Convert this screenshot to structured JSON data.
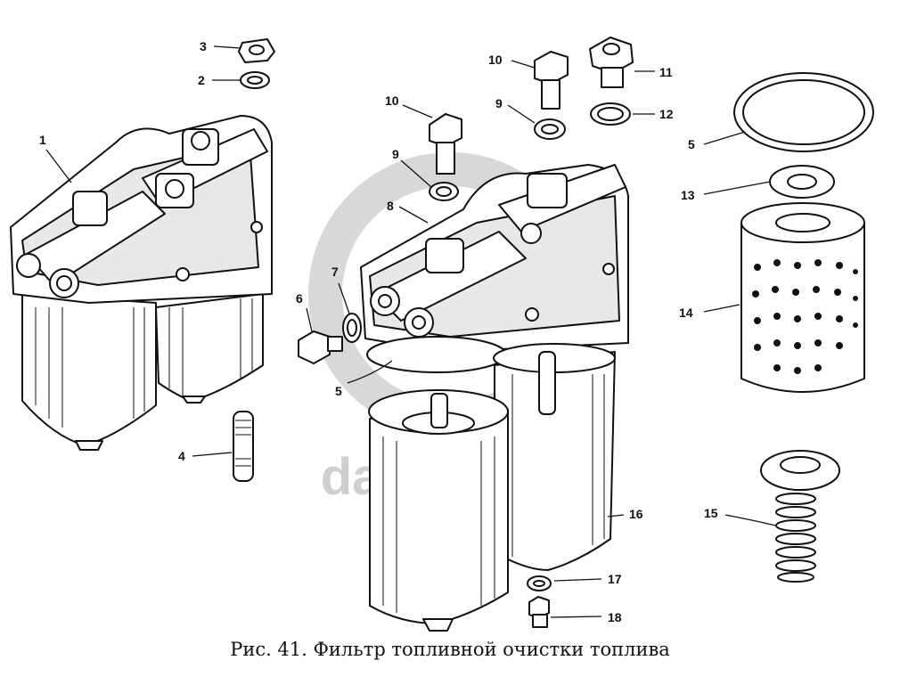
{
  "caption": "Рис. 41. Фильтр топливной очистки топлива",
  "watermark": "data-parts",
  "callouts": [
    {
      "id": "c1",
      "text": "1"
    },
    {
      "id": "c2",
      "text": "2"
    },
    {
      "id": "c3",
      "text": "3"
    },
    {
      "id": "c4",
      "text": "4"
    },
    {
      "id": "c5a",
      "text": "5"
    },
    {
      "id": "c5b",
      "text": "5"
    },
    {
      "id": "c6",
      "text": "6"
    },
    {
      "id": "c7",
      "text": "7"
    },
    {
      "id": "c8",
      "text": "8"
    },
    {
      "id": "c9a",
      "text": "9"
    },
    {
      "id": "c9b",
      "text": "9"
    },
    {
      "id": "c10a",
      "text": "10"
    },
    {
      "id": "c10b",
      "text": "10"
    },
    {
      "id": "c11",
      "text": "11"
    },
    {
      "id": "c12",
      "text": "12"
    },
    {
      "id": "c13",
      "text": "13"
    },
    {
      "id": "c14",
      "text": "14"
    },
    {
      "id": "c15",
      "text": "15"
    },
    {
      "id": "c16",
      "text": "16"
    },
    {
      "id": "c17",
      "text": "17"
    },
    {
      "id": "c18",
      "text": "18"
    }
  ]
}
